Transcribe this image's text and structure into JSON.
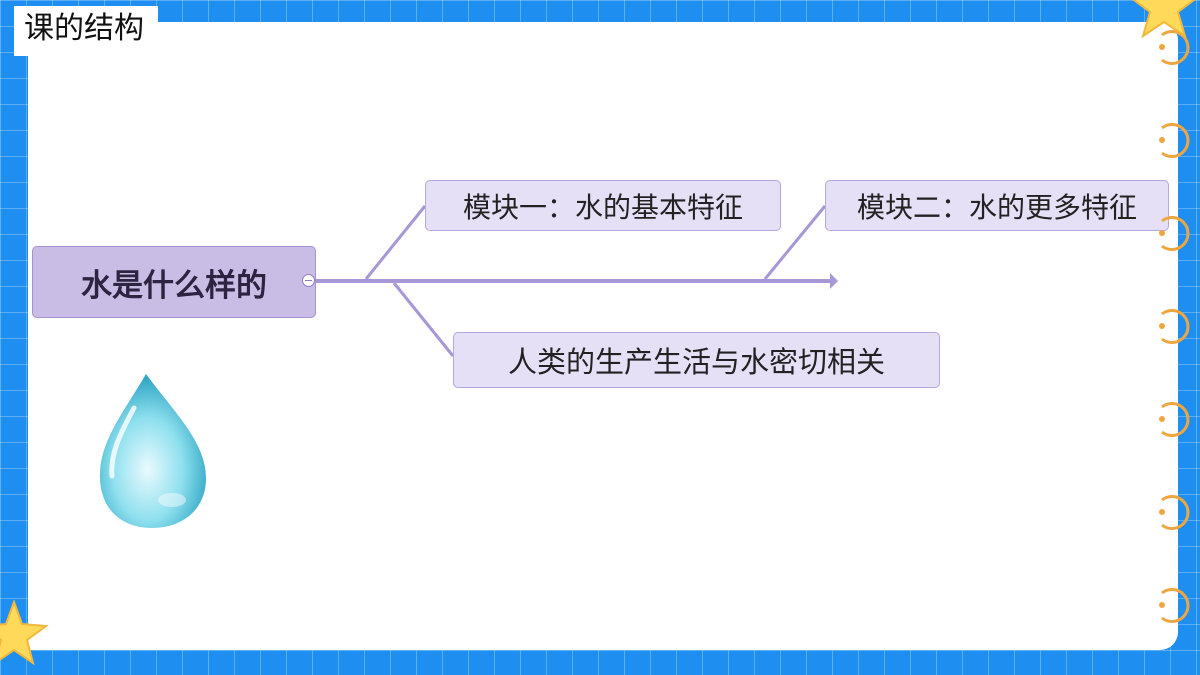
{
  "slide": {
    "title": "课的结构"
  },
  "mindmap": {
    "root": "水是什么样的",
    "branches": [
      "模块一：水的基本特征",
      "模块二：水的更多特征",
      "人类的生产生活与水密切相关"
    ]
  },
  "decor": {
    "icons": [
      "star-icon",
      "water-drop-icon",
      "binder-ring-icon",
      "collapse-toggle-icon"
    ],
    "colors": {
      "background": "#1e8ef0",
      "node_fill": "#e6e0f7",
      "root_fill": "#c9bde6",
      "connector": "#a897d6",
      "ring": "#f0a640"
    }
  }
}
